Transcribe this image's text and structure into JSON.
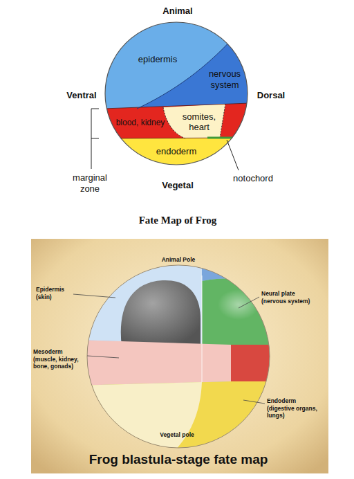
{
  "diagram": {
    "caption": "Fate Map of Frog",
    "nodes": [
      {
        "text": [
          "epidermis"
        ]
      },
      {
        "text": [
          "nervous system"
        ]
      },
      {
        "text": [
          "somites, heart"
        ]
      },
      {
        "text": [
          "blood, kidney"
        ]
      },
      {
        "text": [
          "endoderm"
        ]
      }
    ],
    "labels": [
      "Animal",
      "Ventral",
      "Dorsal",
      "marginal zone",
      "notochord",
      "Vegetal",
      "Animal Pole",
      "Epidermis (skin)",
      "Neural plate (nervous system)",
      "Mesoderm (muscle, kidney, bone, gonads)",
      "Endoderm (digestive organs, lungs)",
      "Vegetal pole",
      "Frog blastula-stage fate map"
    ]
  }
}
